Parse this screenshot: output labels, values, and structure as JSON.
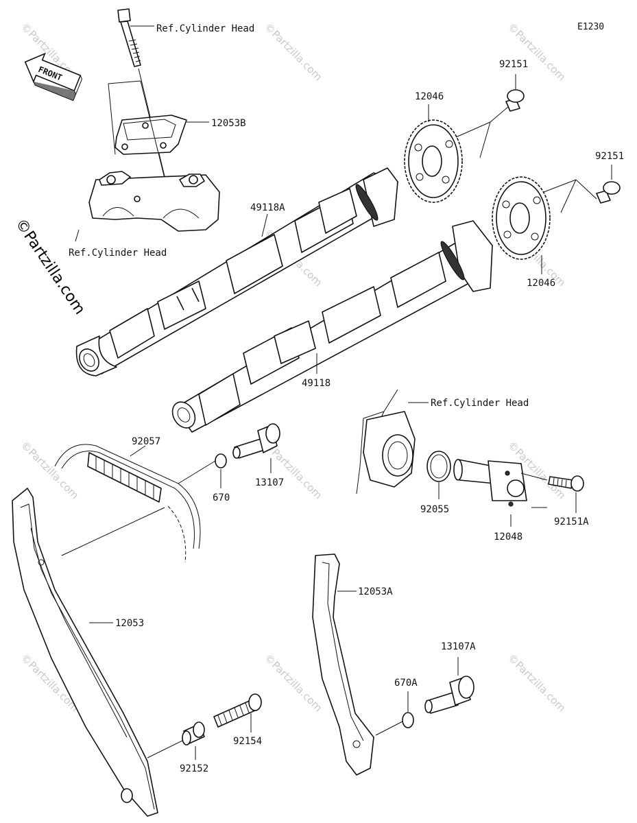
{
  "diagram_code": "E1230",
  "front_label": "FRONT",
  "watermark_side": "©Partzilla.com",
  "watermark_tile": "©Partzilla.com",
  "references": {
    "top": "Ref.Cylinder Head",
    "left": "Ref.Cylinder Head",
    "right": "Ref.Cylinder Head"
  },
  "parts": {
    "p92151_top": "92151",
    "p92151_right": "92151",
    "p12046_top": "12046",
    "p12046_right": "12046",
    "p12053B": "12053B",
    "p49118A": "49118A",
    "p49118": "49118",
    "p92057": "92057",
    "p670": "670",
    "p13107": "13107",
    "p92055": "92055",
    "p12048": "12048",
    "p92151A": "92151A",
    "p12053A": "12053A",
    "p12053": "12053",
    "p13107A": "13107A",
    "p670A": "670A",
    "p92154": "92154",
    "p92152": "92152"
  }
}
